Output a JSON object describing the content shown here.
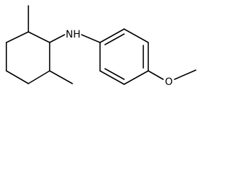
{
  "molecule": {
    "atoms": {
      "nh": "N",
      "nh_h": "H",
      "o": "O"
    }
  },
  "colors": {
    "bond": "#000000",
    "label": "#000000",
    "background": "#ffffff"
  }
}
